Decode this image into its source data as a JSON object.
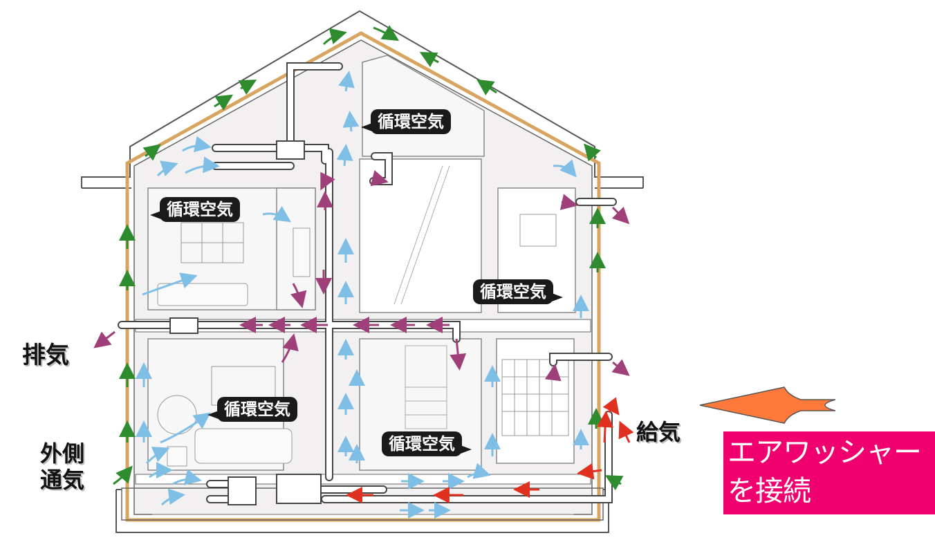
{
  "labels": {
    "circulation": "循環空気",
    "exhaust": "排気",
    "outside_vent_line1": "外側",
    "outside_vent_line2": "通気",
    "supply": "給気"
  },
  "callout": {
    "line1": "エアワッシャー",
    "line2": "を接続"
  },
  "colors": {
    "circulation_arrow": "#7fbfe6",
    "exhaust_arrow": "#a0407a",
    "outside_vent_arrow": "#2e8b2e",
    "supply_arrow": "#e03020",
    "insulation": "#d7a560",
    "callout_bg": "#f0006e",
    "big_arrow": "#ff7a3a"
  }
}
